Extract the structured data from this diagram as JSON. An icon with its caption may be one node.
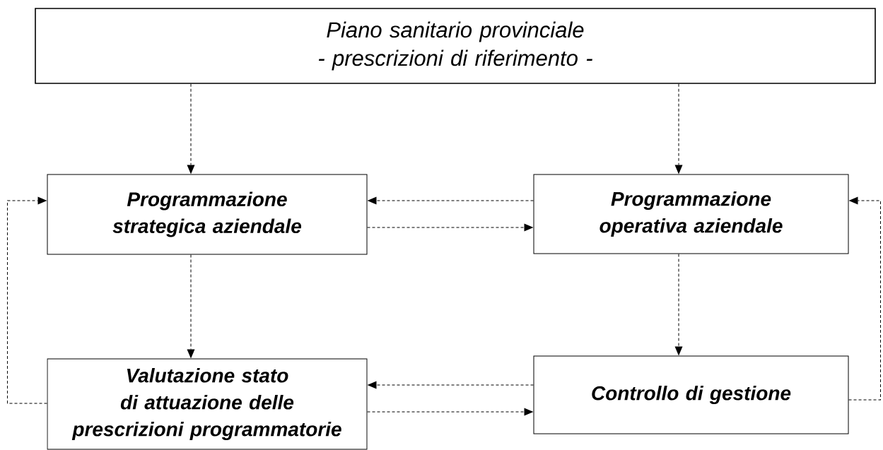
{
  "diagram": {
    "nodes": [
      {
        "text": [
          "Piano sanitario provinciale",
          "- prescrizioni di riferimento -"
        ]
      },
      {
        "text": [
          "Programmazione strategica aziendale"
        ]
      },
      {
        "text": [
          "Programmazione operativa aziendale"
        ]
      },
      {
        "text": [
          "Valutazione stato di attuazione delle prescrizioni programmatorie"
        ]
      },
      {
        "text": [
          "Controllo di gestione"
        ]
      }
    ],
    "edges": [
      {
        "from": 0,
        "to": 1,
        "arrow": "to",
        "style": "dashed"
      },
      {
        "from": 0,
        "to": 2,
        "arrow": "to",
        "style": "dashed"
      },
      {
        "from": 2,
        "to": 1,
        "arrow": "to",
        "style": "dashed"
      },
      {
        "from": 1,
        "to": 2,
        "arrow": "to",
        "style": "dashed"
      },
      {
        "from": 3,
        "to": 1,
        "arrow": "to",
        "style": "dashed"
      },
      {
        "from": 4,
        "to": 2,
        "arrow": "to",
        "style": "dashed"
      },
      {
        "from": 1,
        "to": 3,
        "arrow": "to",
        "style": "dashed"
      },
      {
        "from": 2,
        "to": 4,
        "arrow": "to",
        "style": "dashed"
      },
      {
        "from": 4,
        "to": 3,
        "arrow": "to",
        "style": "dashed"
      },
      {
        "from": 3,
        "to": 4,
        "arrow": "to",
        "style": "dashed"
      }
    ]
  }
}
